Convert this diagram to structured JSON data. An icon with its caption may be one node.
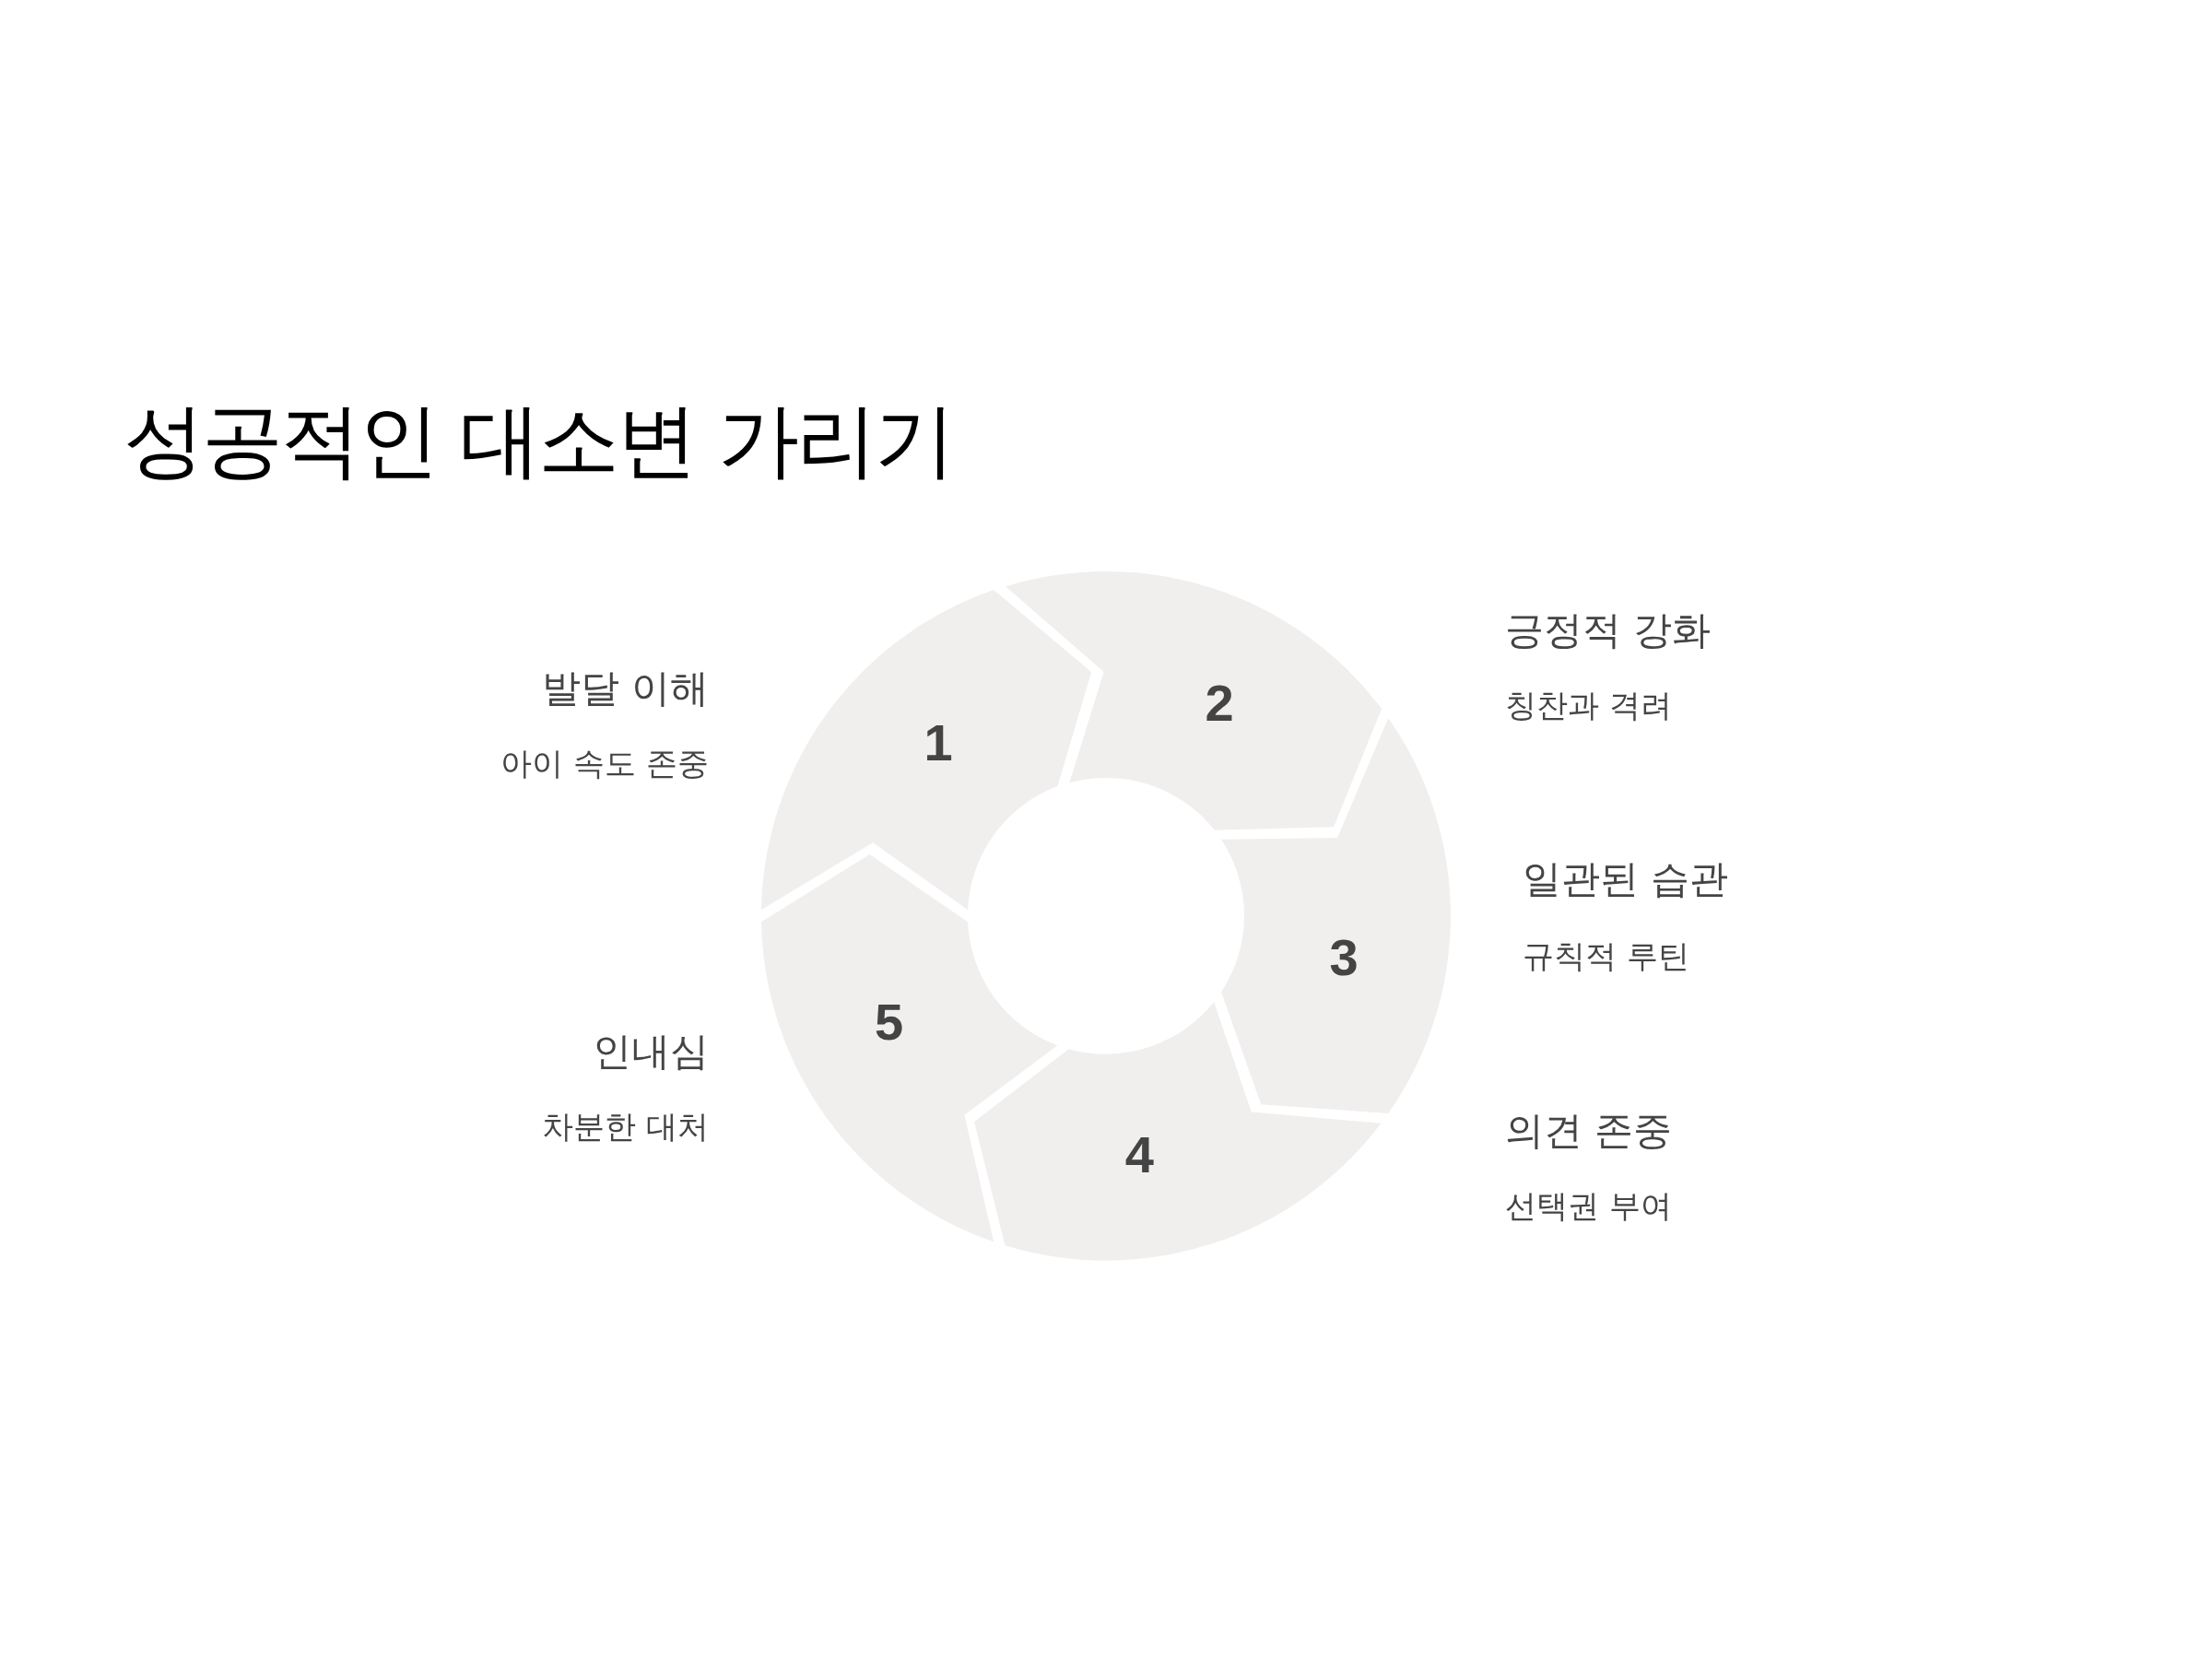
{
  "diagram": {
    "title": "성공적인 대소변 가리기",
    "nodes": [
      {
        "text": [
          "1"
        ],
        "beside": [
          "발달 이해",
          "아이 속도 존중"
        ]
      },
      {
        "text": [
          "2"
        ],
        "beside": [
          "긍정적 강화",
          "칭찬과 격려"
        ]
      },
      {
        "text": [
          "3"
        ],
        "beside": [
          "일관된 습관",
          "규칙적 루틴"
        ]
      },
      {
        "text": [
          "4"
        ],
        "beside": [
          "의견 존중",
          "선택권 부여"
        ]
      },
      {
        "text": [
          "5"
        ],
        "beside": [
          "인내심",
          "차분한 대처"
        ]
      }
    ]
  }
}
